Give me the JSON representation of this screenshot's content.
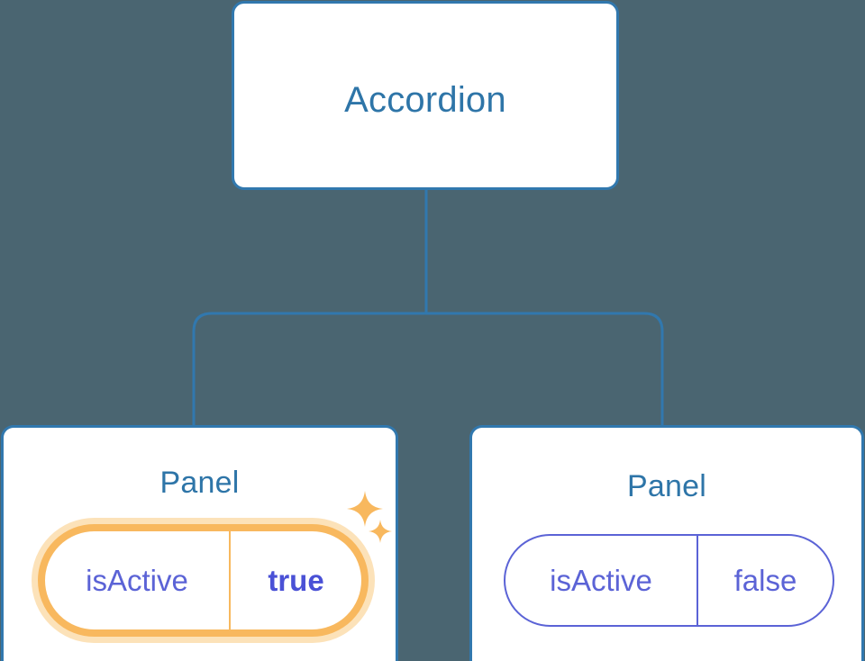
{
  "diagram": {
    "type": "component-tree",
    "background_color": "#4a6571",
    "node_border_color": "#3178ae",
    "node_title_color": "#2e75a8",
    "prop_color": "#5b63d6",
    "highlight_color": "#f8b85e",
    "highlight_glow_color": "#fce2b9",
    "connector_color": "#3178ae"
  },
  "root": {
    "title": "Accordion"
  },
  "children": [
    {
      "title": "Panel",
      "highlighted": true,
      "prop": {
        "key": "isActive",
        "value": "true"
      },
      "sparkles": [
        "sparkle-large-icon",
        "sparkle-small-icon"
      ]
    },
    {
      "title": "Panel",
      "highlighted": false,
      "prop": {
        "key": "isActive",
        "value": "false"
      }
    }
  ]
}
